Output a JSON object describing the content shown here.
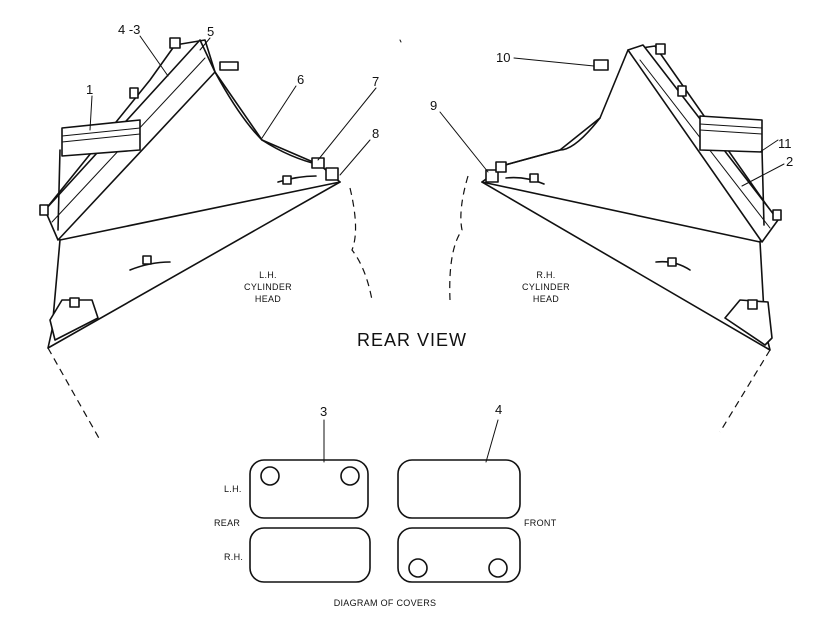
{
  "diagram": {
    "title": "REAR VIEW",
    "left_head_label": [
      "L.H.",
      "CYLINDER",
      "HEAD"
    ],
    "right_head_label": [
      "R.H.",
      "CYLINDER",
      "HEAD"
    ],
    "callouts": {
      "c1": "1",
      "c2": "2",
      "c4_3": "4 -3",
      "c5": "5",
      "c6": "6",
      "c7": "7",
      "c8": "8",
      "c9": "9",
      "c10": "10",
      "c11": "11"
    }
  },
  "covers_diagram": {
    "title": "DIAGRAM OF COVERS",
    "callout_3": "3",
    "callout_4": "4",
    "row_lh": "L.H.",
    "row_rh": "R.H.",
    "side_rear": "REAR",
    "side_front": "FRONT"
  }
}
